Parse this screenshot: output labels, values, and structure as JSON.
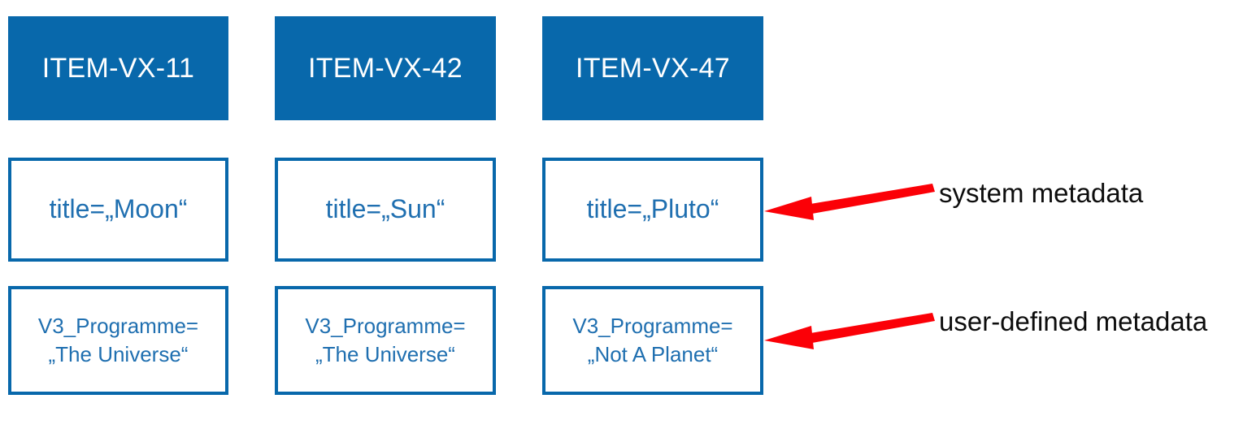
{
  "diagram": {
    "title_hidden": "",
    "colors": {
      "box_blue": "#0868ab",
      "text_blue": "#1f6fb0",
      "arrow_red": "#fb0007",
      "label_black": "#0d0d0d",
      "background": "#ffffff"
    },
    "columns": [
      {
        "id": "col-1",
        "header": "ITEM-VX-11",
        "system_metadata": "title=„Moon“",
        "user_metadata": "V3_Programme=\n„The Universe“"
      },
      {
        "id": "col-2",
        "header": "ITEM-VX-42",
        "system_metadata": "title=„Sun“",
        "user_metadata": "V3_Programme=\n„The Universe“"
      },
      {
        "id": "col-3",
        "header": "ITEM-VX-47",
        "system_metadata": "title=„Pluto“",
        "user_metadata": "V3_Programme=\n„Not A Planet“"
      }
    ],
    "annotations": [
      {
        "id": "anno-system",
        "label": "system metadata",
        "icon": "left-arrow-icon"
      },
      {
        "id": "anno-user",
        "label": "user-defined metadata",
        "icon": "left-arrow-icon"
      }
    ]
  }
}
